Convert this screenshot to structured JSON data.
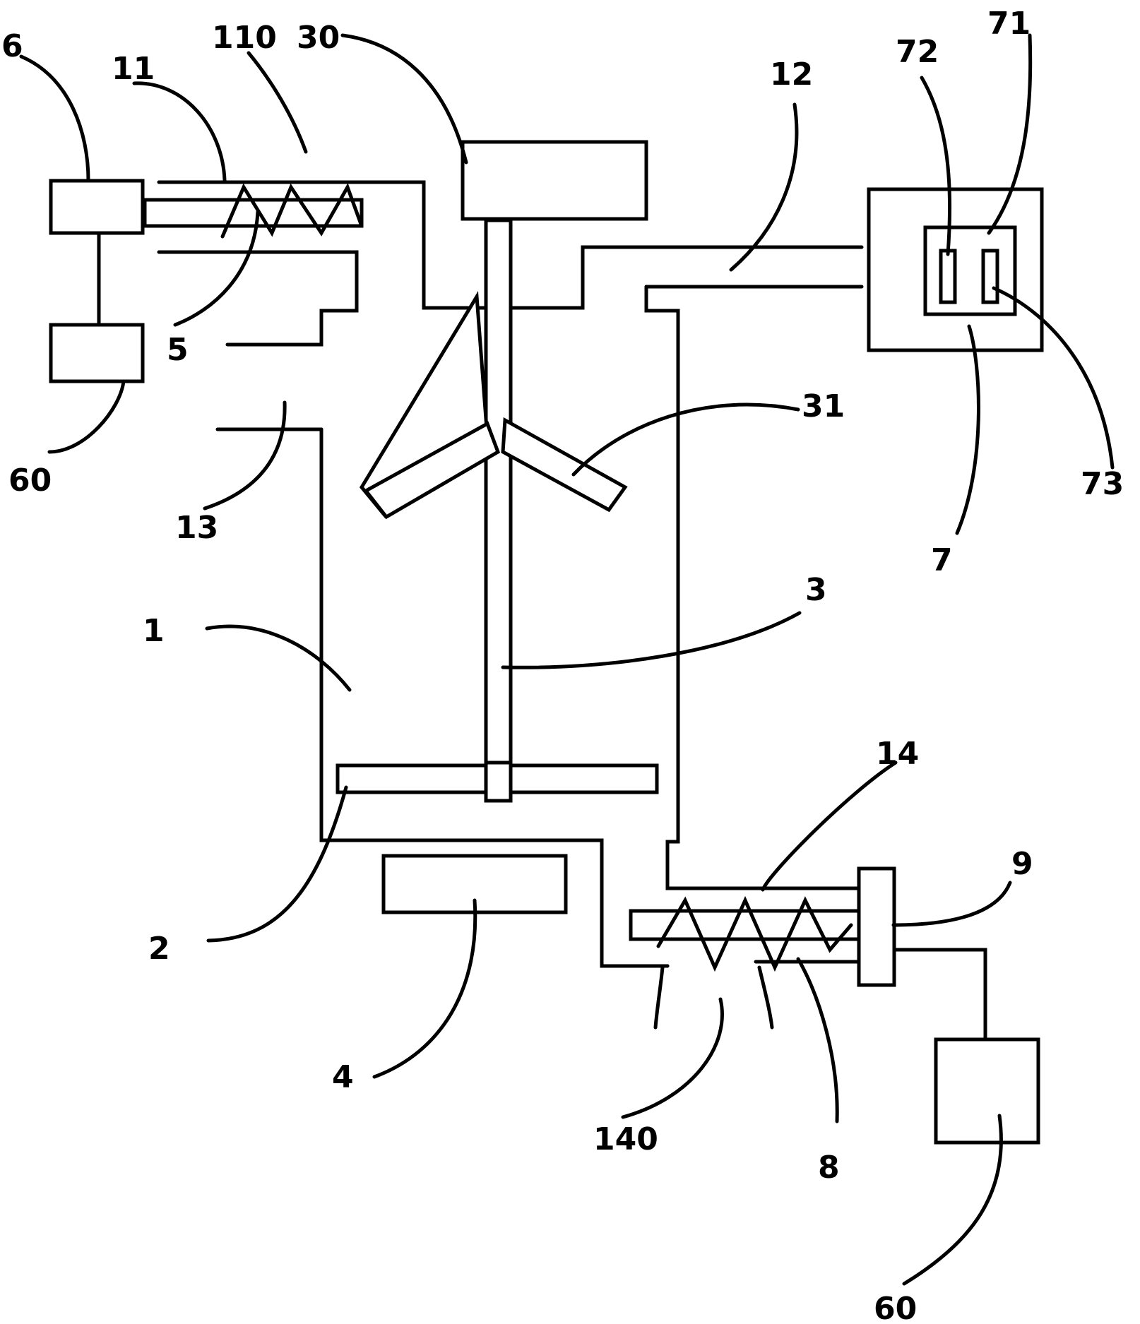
{
  "labels": {
    "l6": "6",
    "l11": "11",
    "l110": "110",
    "l30": "30",
    "l12": "12",
    "l72": "72",
    "l71": "71",
    "l5": "5",
    "l60a": "60",
    "l13": "13",
    "l31": "31",
    "l73": "73",
    "l7": "7",
    "l1": "1",
    "l3": "3",
    "l14": "14",
    "l9": "9",
    "l2": "2",
    "l4": "4",
    "l140": "140",
    "l8": "8",
    "l60b": "60"
  },
  "colors": {
    "line": "#000000",
    "background": "#ffffff"
  }
}
